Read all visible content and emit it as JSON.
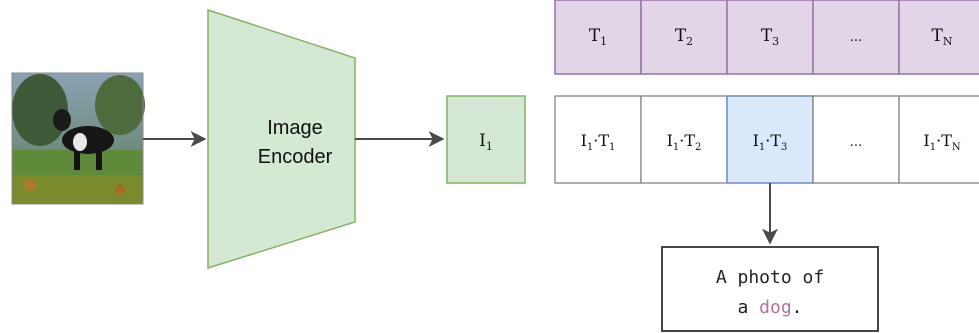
{
  "encoder": {
    "label_line1": "Image",
    "label_line2": "Encoder"
  },
  "image_embedding": {
    "base": "I",
    "sub": "1"
  },
  "text_row": [
    {
      "base": "T",
      "sub": "1"
    },
    {
      "base": "T",
      "sub": "2"
    },
    {
      "base": "T",
      "sub": "3"
    },
    {
      "base": "...",
      "sub": ""
    },
    {
      "base": "T",
      "sub": "N"
    }
  ],
  "similarity_row": [
    {
      "i": "I",
      "isub": "1",
      "t": "T",
      "tsub": "1"
    },
    {
      "i": "I",
      "isub": "1",
      "t": "T",
      "tsub": "2"
    },
    {
      "i": "I",
      "isub": "1",
      "t": "T",
      "tsub": "3"
    },
    {
      "ellipsis": "..."
    },
    {
      "i": "I",
      "isub": "1",
      "t": "T",
      "tsub": "N"
    }
  ],
  "dot": "·",
  "caption": {
    "line1": "A photo of",
    "line2_prefix": "a ",
    "line2_highlight": "dog",
    "line2_suffix": "."
  },
  "colors": {
    "green_fill": "#d5e8d4",
    "green_stroke": "#82b366",
    "purple_fill": "#e1d5e7",
    "purple_stroke": "#9673a6",
    "blue_fill": "#dae8fc",
    "blue_stroke": "#6c8ebf",
    "highlight_text": "#b5739d"
  }
}
